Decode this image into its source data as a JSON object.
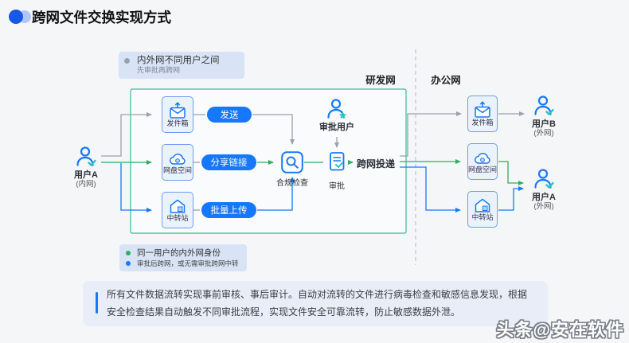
{
  "page": {
    "title": "跨网文件交换实现方式"
  },
  "top_legend": {
    "label": "内外网不同用户之间",
    "sublabel": "先审批再跨网"
  },
  "zones": {
    "rd": "研发网",
    "office": "办公网"
  },
  "users": {
    "a_internal": {
      "name": "用户A",
      "net": "(内网)"
    },
    "approver": {
      "label": "审批用户"
    },
    "b_external": {
      "name": "用户B",
      "net": "(外网)"
    },
    "a_external": {
      "name": "用户A",
      "net": "(外网)"
    }
  },
  "nodes": {
    "outbox_left": "发件箱",
    "netdisk_left": "网盘空间",
    "station_left": "中转站",
    "compliance": "合规检查",
    "approval": "审批",
    "delivery": "跨网投递",
    "outbox_right": "发件箱",
    "netdisk_right": "网盘空间",
    "station_right": "中转站"
  },
  "actions": {
    "send": "发送",
    "share_link": "分享链接",
    "batch_upload": "批量上传"
  },
  "bottom_legend": {
    "green": "同一用户的内外网身份",
    "blue": "审批后跨网，或无需审批跨网中转"
  },
  "note": "所有文件数据流转实现事前审核、事后审计。自动对流转的文件进行病毒检查和敏感信息发现，根据安全检查结果自动触发不同审批流程，实现文件安全可靠流转，防止敏感数据外泄。",
  "watermark": "头条@安在软件",
  "colors": {
    "accent_blue": "#1677ff",
    "green_flow": "#2fae62",
    "gray_flow": "#9ba1ab",
    "boundary_teal": "#38bd8f",
    "legend_bg": "#d8e4f6",
    "note_bg": "#e9edf7"
  }
}
